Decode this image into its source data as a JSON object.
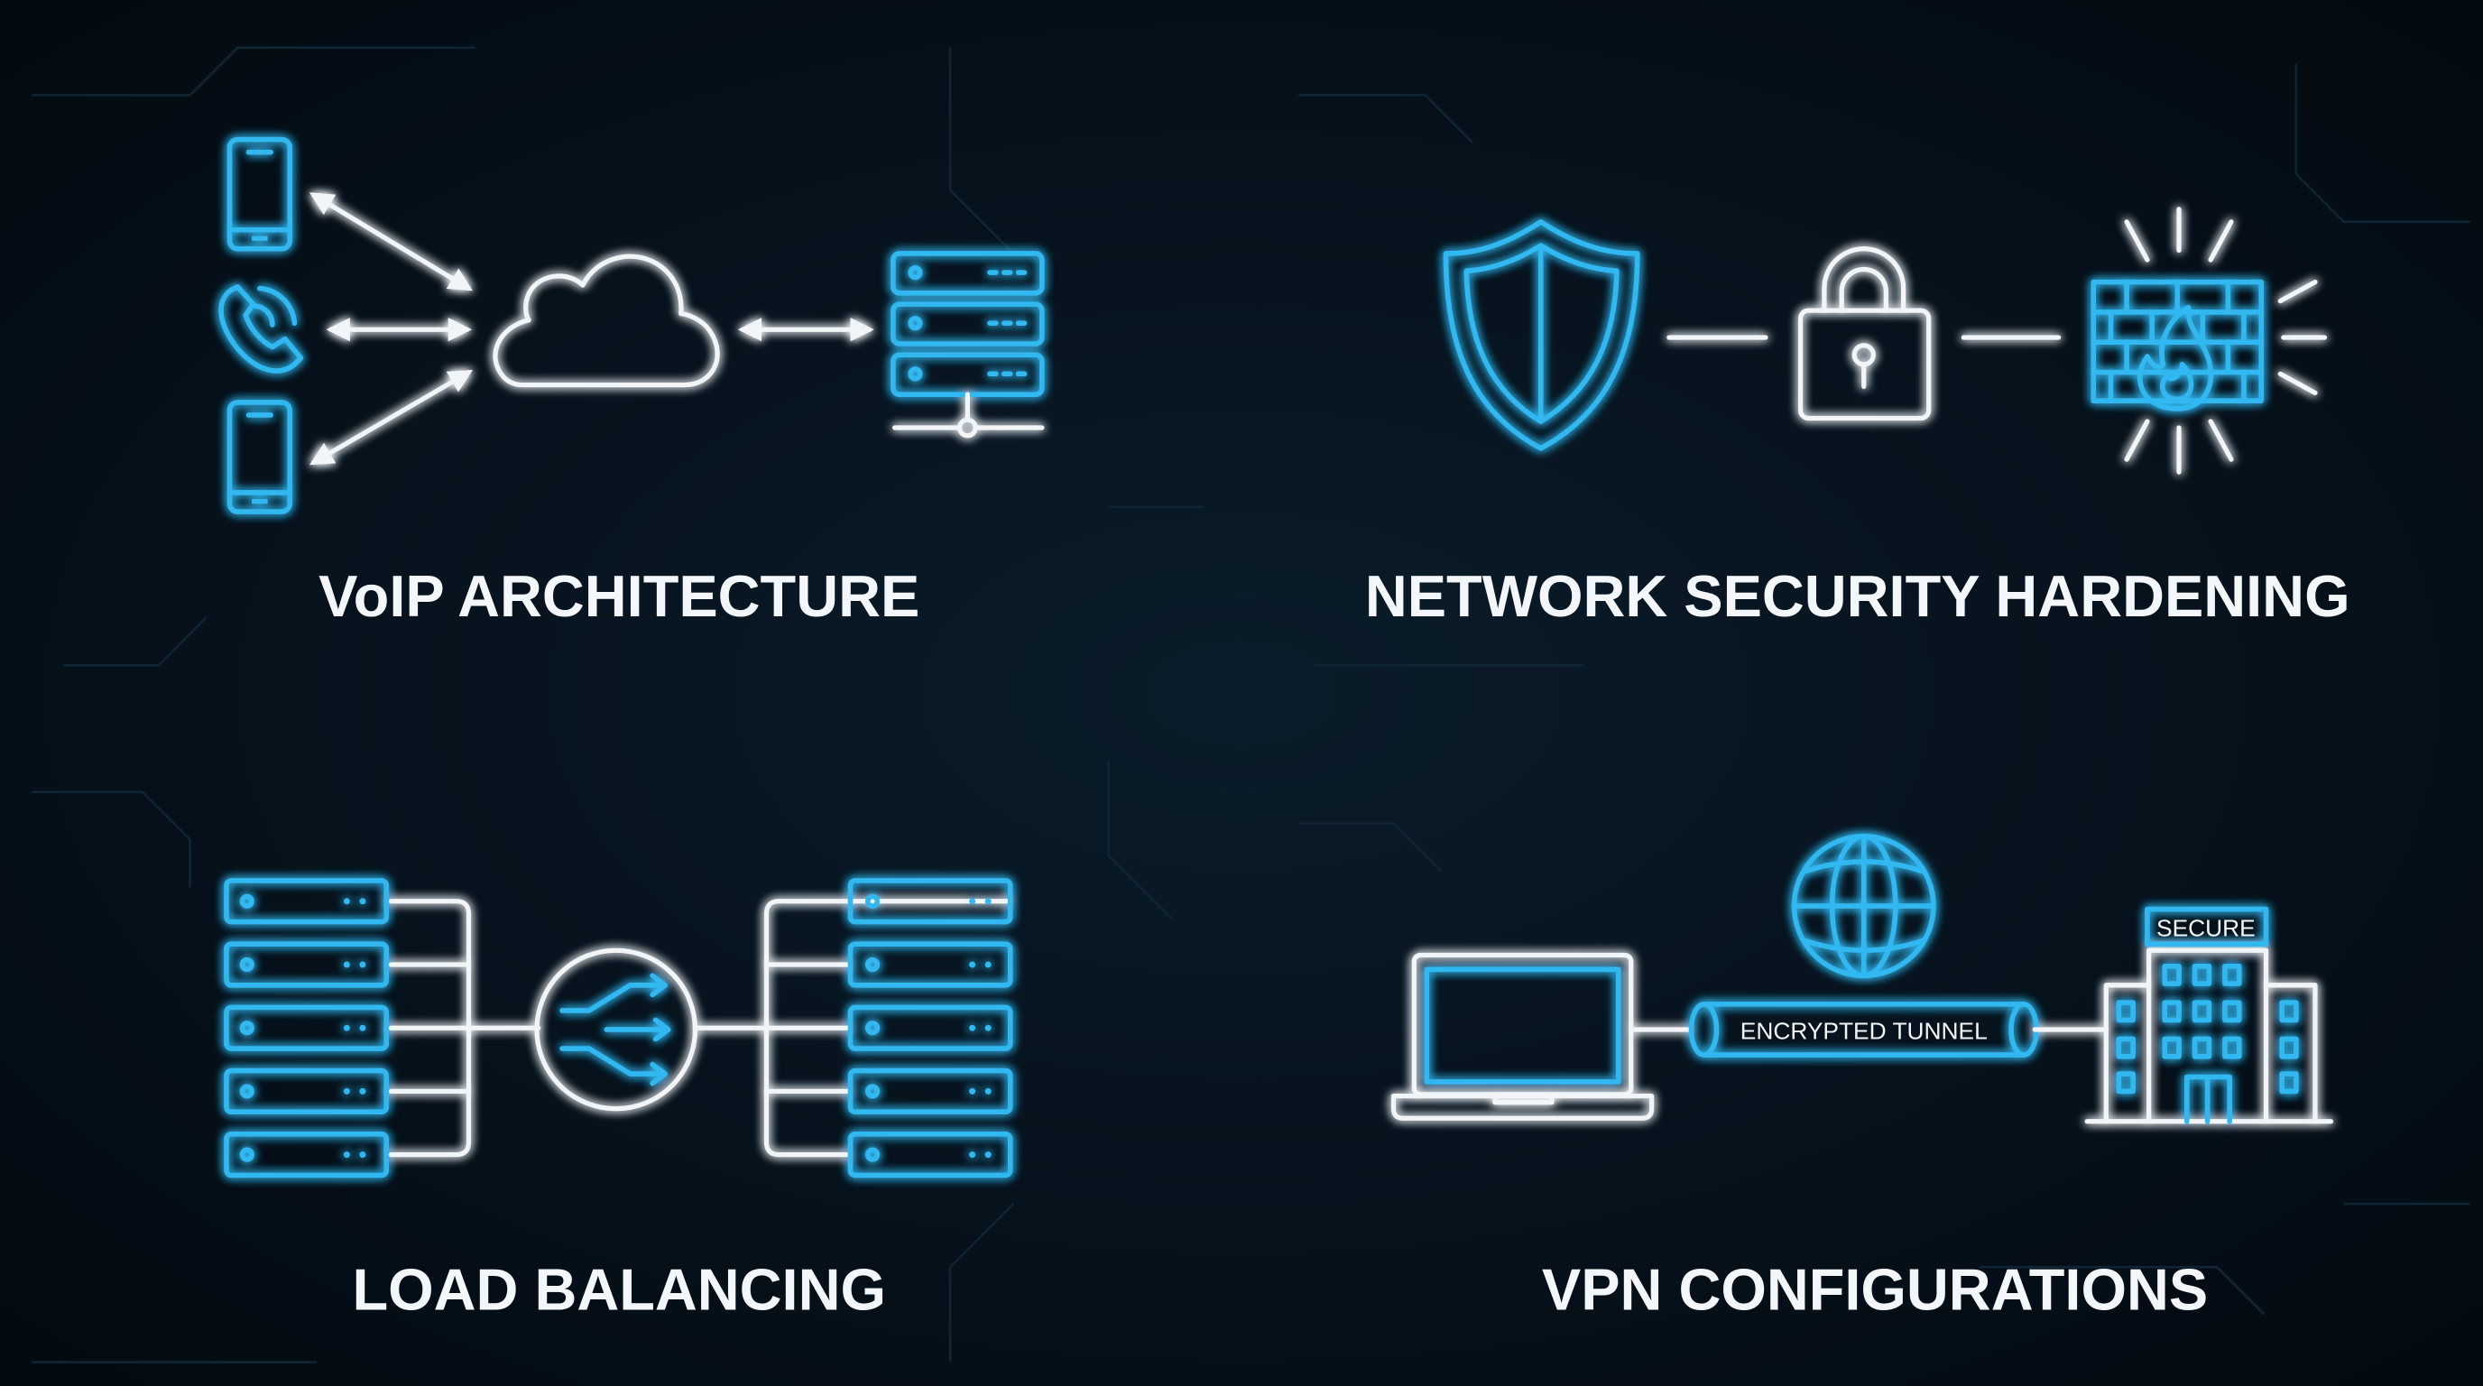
{
  "panels": [
    {
      "title": "VoIP ARCHITECTURE"
    },
    {
      "title": "NETWORK SECURITY HARDENING"
    },
    {
      "title": "LOAD BALANCING"
    },
    {
      "title": "VPN CONFIGURATIONS",
      "tunnel_label": "ENCRYPTED TUNNEL",
      "building_sign": "SECURE"
    }
  ],
  "colors": {
    "accent": "#33b8f0",
    "line": "#f2f5f8",
    "background": "#050f18"
  }
}
